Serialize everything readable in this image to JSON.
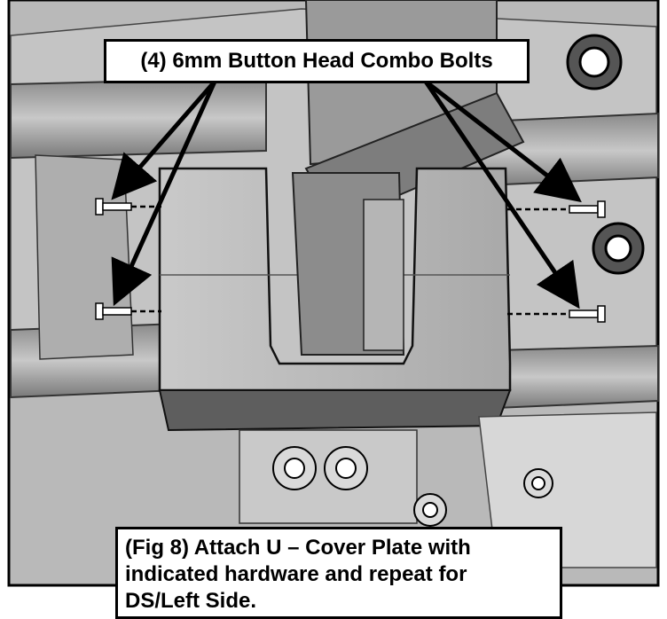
{
  "callout": {
    "label": "(4) 6mm Button Head Combo Bolts"
  },
  "caption": {
    "line1": "(Fig 8) Attach U – Cover Plate with",
    "line2": "indicated hardware and repeat for",
    "line3": "DS/Left Side."
  },
  "colors": {
    "background_part": "#bdbdbd",
    "dark_part": "#6f6f6f",
    "outline": "#000000",
    "light_face": "#d4d4d4"
  }
}
